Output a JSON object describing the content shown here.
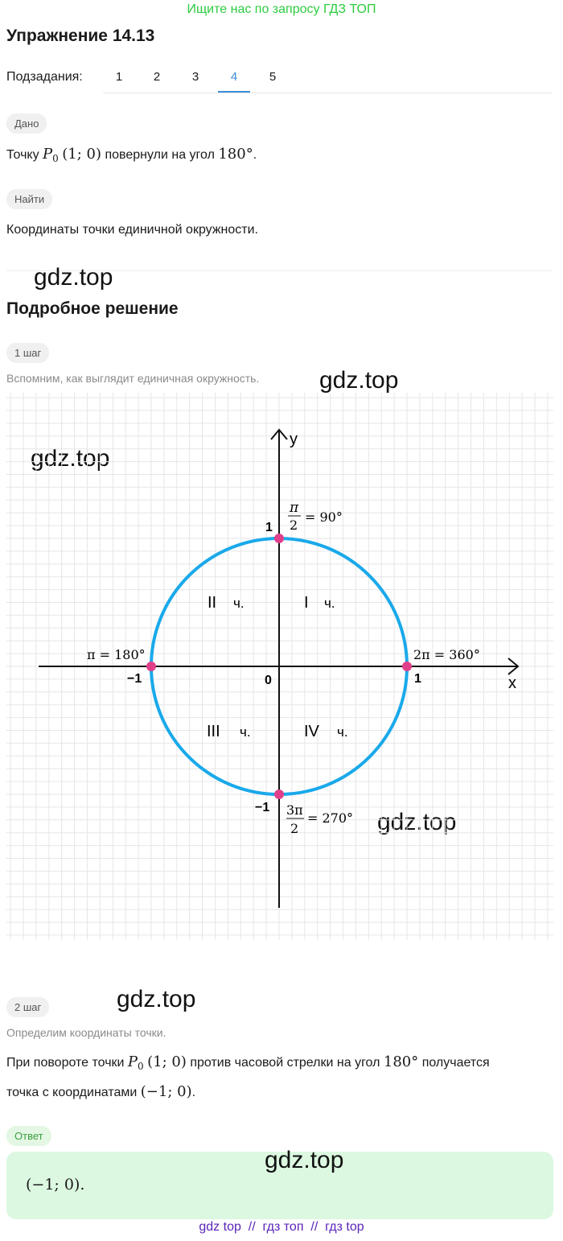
{
  "banner": "Ищите нас по запросу ГДЗ ТОП",
  "title": "Упражнение 14.13",
  "subtasks": {
    "label": "Подзадания:",
    "items": [
      "1",
      "2",
      "3",
      "4",
      "5"
    ],
    "active": "4"
  },
  "given": {
    "pill": "Дано",
    "pre": "Точку",
    "point": "P",
    "sub": "0",
    "coords": "(1; 0)",
    "mid": "повернули на угол",
    "angle": "180°",
    "end": "."
  },
  "find": {
    "pill": "Найти",
    "text": "Координаты точки единичной окружности."
  },
  "watermark": "gdz.top",
  "solution_title": "Подробное решение",
  "step1": {
    "pill": "1 шаг",
    "text": "Вспомним, как выглядит единичная окружность."
  },
  "diagram": {
    "axis_x": "x",
    "axis_y": "y",
    "origin": "0",
    "tick_pos_x": "1",
    "tick_neg_x": "−1",
    "tick_pos_y": "1",
    "tick_neg_y": "−1",
    "label_top_num": "π",
    "label_top_den": "2",
    "label_top_rest": "= 90°",
    "label_left": "π = 180°",
    "label_right": "2π = 360°",
    "label_bottom_num": "3π",
    "label_bottom_den": "2",
    "label_bottom_rest": "= 270°",
    "q1": "I",
    "q2": "II",
    "q3": "III",
    "q4": "IV",
    "q_suffix": "ч.",
    "colors": {
      "circle": "#1aa9ea",
      "points": "#e0408a",
      "grid": "#e6e6e6",
      "axes": "#111111"
    }
  },
  "step2": {
    "pill": "2 шаг",
    "text": "Определим координаты точки.",
    "line1_pre": "При повороте точки",
    "line1_point": "P",
    "line1_sub": "0",
    "line1_coords": "(1; 0)",
    "line1_mid": "против часовой стрелки на угол",
    "line1_angle": "180°",
    "line1_end": "получается",
    "line2_pre": "точка с координатами",
    "line2_coords": "(−1; 0)",
    "line2_end": "."
  },
  "answer": {
    "pill": "Ответ",
    "value": "(−1; 0)."
  },
  "footer": "gdz top  //  гдз топ  //  гдз top"
}
